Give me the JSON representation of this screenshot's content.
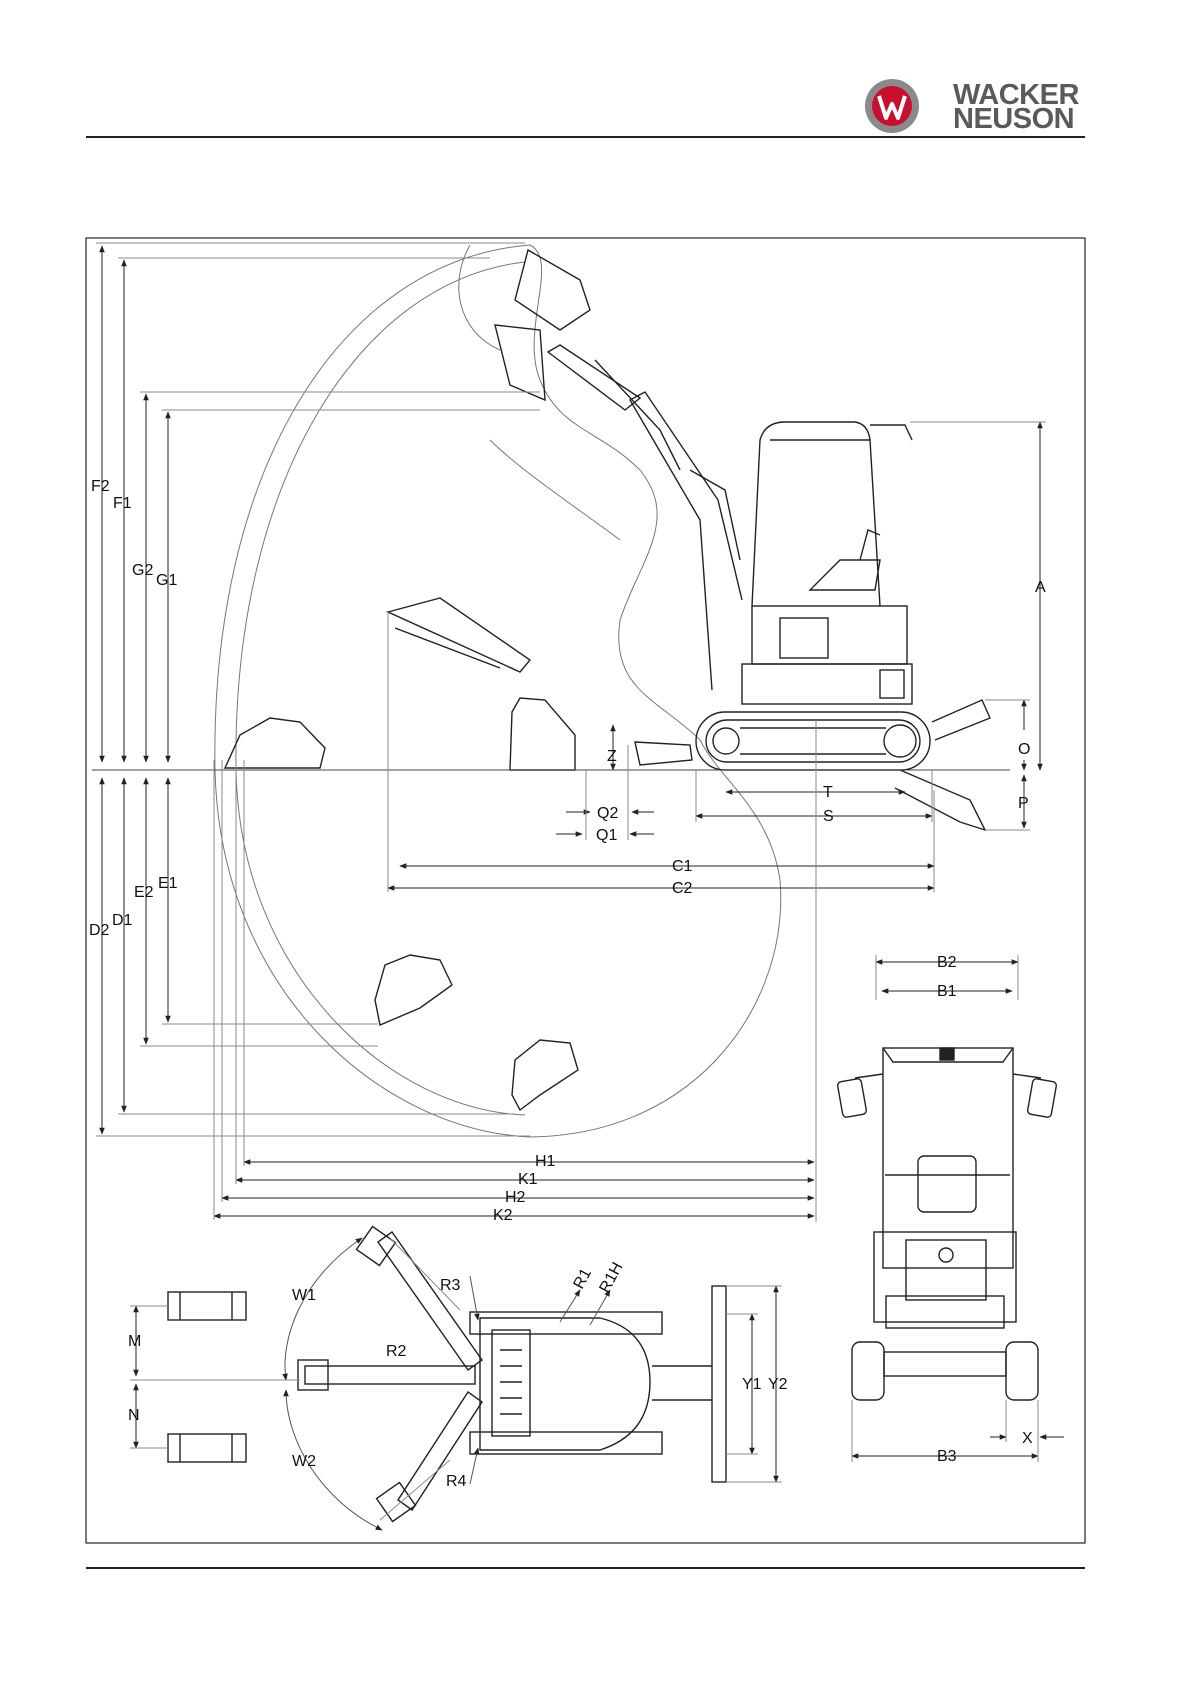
{
  "brand": {
    "line1": "WACKER",
    "line2": "NEUSON",
    "colors": {
      "emblem_red": "#c8102e",
      "emblem_grey": "#8a8a8a",
      "text_grey": "#5a5a5a"
    }
  },
  "labels": {
    "F2": "F2",
    "F1": "F1",
    "G2": "G2",
    "G1": "G1",
    "E2": "E2",
    "E1": "E1",
    "D2": "D2",
    "D1": "D1",
    "A": "A",
    "O": "O",
    "P": "P",
    "Z": "Z",
    "Q2": "Q2",
    "Q1": "Q1",
    "T": "T",
    "S": "S",
    "C1": "C1",
    "C2": "C2",
    "H1": "H1",
    "K1": "K1",
    "H2": "H2",
    "K2": "K2",
    "B2": "B2",
    "B1": "B1",
    "B3": "B3",
    "X": "X",
    "W1": "W1",
    "W2": "W2",
    "R1": "R1",
    "R1H": "R1H",
    "R2": "R2",
    "R3": "R3",
    "R4": "R4",
    "M": "M",
    "N": "N",
    "Y1": "Y1",
    "Y2": "Y2"
  },
  "colors": {
    "line": "#222222",
    "thin": "#555555",
    "arc": "#777777"
  }
}
